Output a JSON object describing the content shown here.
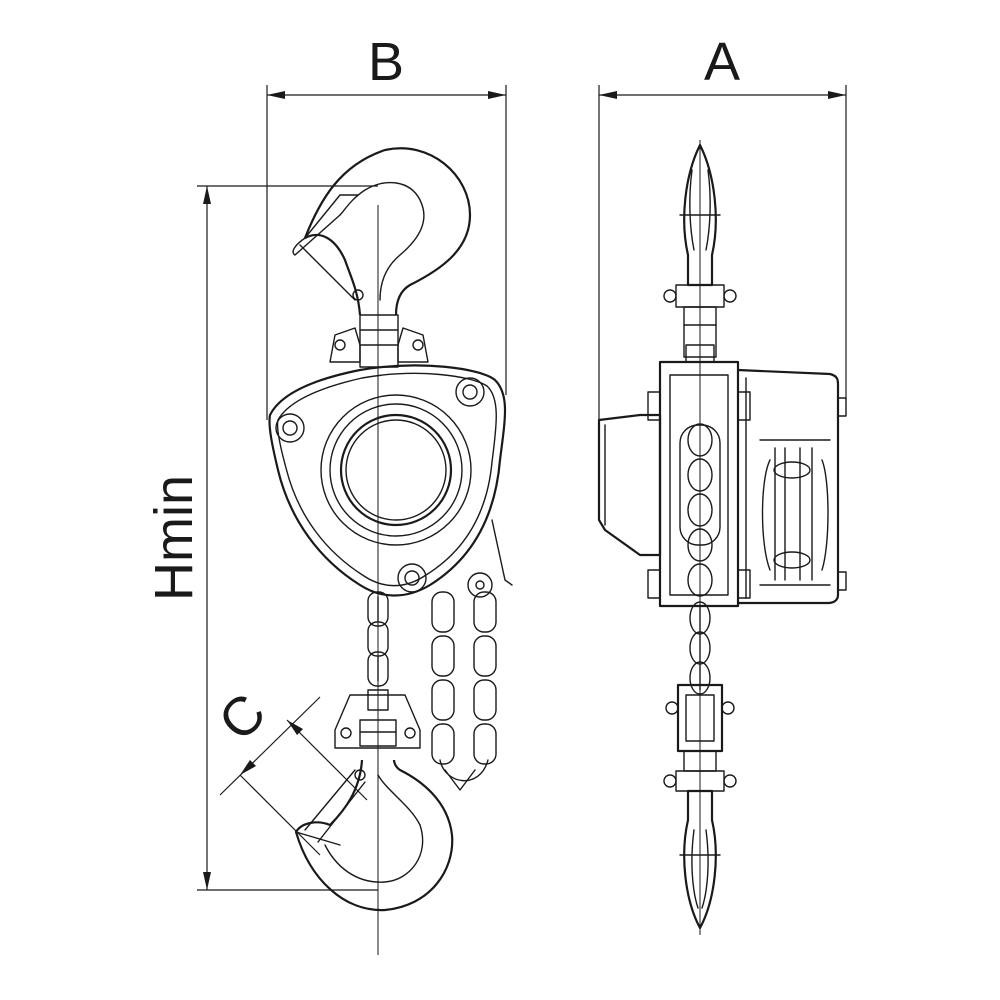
{
  "dimensions": {
    "b_label": "B",
    "a_label": "A",
    "h_label": "Hmin",
    "c_label": "C"
  },
  "colors": {
    "stroke": "#1a1a1a",
    "background": "#ffffff"
  }
}
